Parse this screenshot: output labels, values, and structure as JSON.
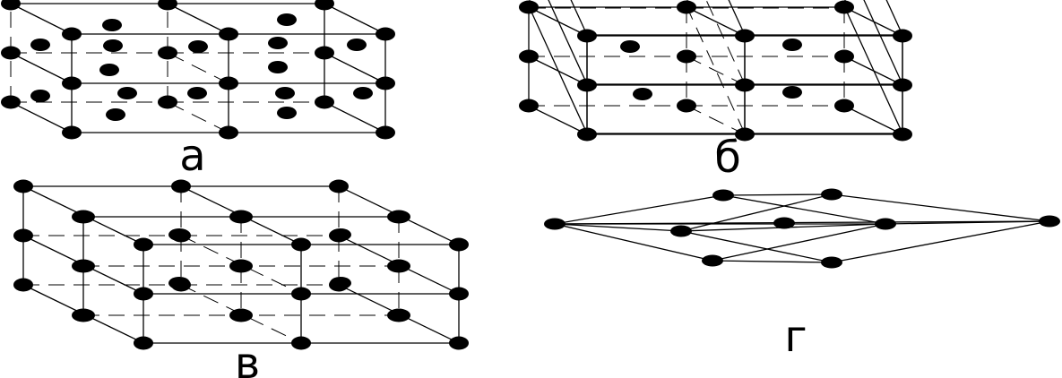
{
  "labels": {
    "a": "а",
    "b": "б",
    "v": "в",
    "g": "г"
  },
  "colors": {
    "ink": "#000000",
    "background": "#ffffff"
  }
}
